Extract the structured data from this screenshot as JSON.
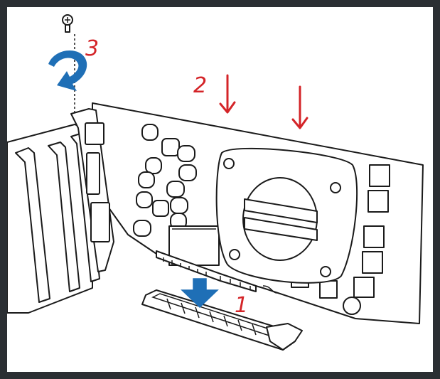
{
  "steps": [
    {
      "label": "1"
    },
    {
      "label": "2"
    },
    {
      "label": "3"
    }
  ],
  "colors": {
    "frame": "#2b2f33",
    "background": "#ffffff",
    "line": "#1a1a1a",
    "annotation": "#d42428",
    "insert_arrow": "#1f6fb6"
  },
  "icons": [
    "screw-icon",
    "rotate-arrow-icon",
    "down-arrow-icon"
  ]
}
